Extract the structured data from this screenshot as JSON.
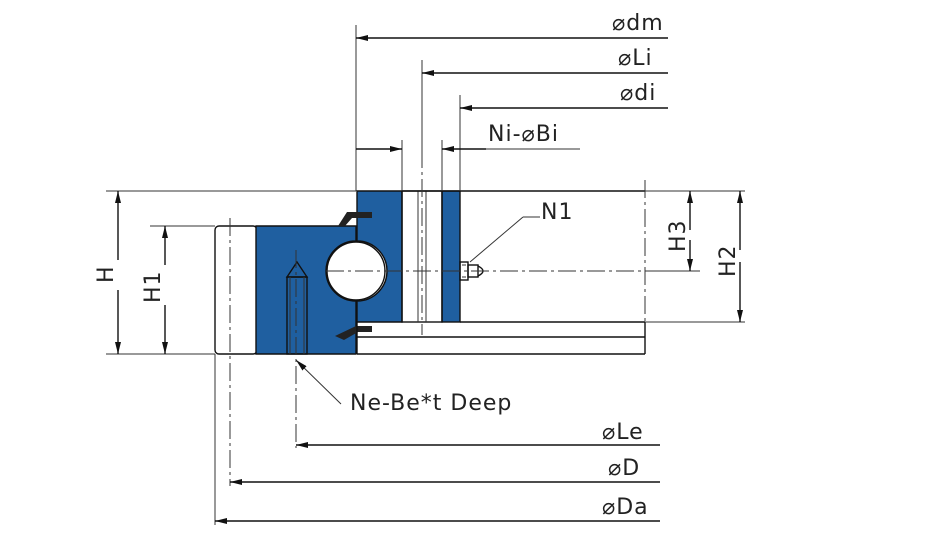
{
  "colors": {
    "section_fill": "#1f5fa0",
    "line": "#111111",
    "seal": "#222222",
    "background": "#ffffff"
  },
  "labels": {
    "dm": "⌀dm",
    "li": "⌀Li",
    "di": "⌀di",
    "ni_bi": "Ni-⌀Bi",
    "n1": "N1",
    "h3": "H3",
    "h2": "H2",
    "h": "H",
    "h1": "H1",
    "ne_be": "Ne-Be*t Deep",
    "le": "⌀Le",
    "d": "⌀D",
    "da": "⌀Da"
  }
}
